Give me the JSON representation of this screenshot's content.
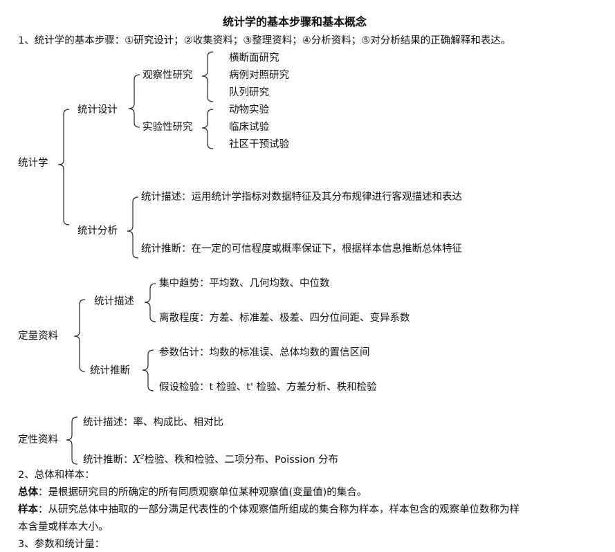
{
  "title": "统计学的基本步骤和基本概念",
  "step1": "1、统计学的基本步骤：①研究设计；②收集资料；③整理资料；④分析资料；⑤对分析结果的正确解释和表达。",
  "tree1": {
    "root": "统计学",
    "design": "统计设计",
    "observational": "观察性研究",
    "obs_items": [
      "横断面研究",
      "病例对照研究",
      "队列研究"
    ],
    "experimental": "实验性研究",
    "exp_items": [
      "动物实验",
      "临床试验",
      "社区干预试验"
    ],
    "analysis": "统计分析",
    "desc": "统计描述：运用统计学指标对数据特征及其分布规律进行客观描述和表达",
    "infer": "统计推断：在一定的可信程度或概率保证下，根据样本信息推断总体特征"
  },
  "tree2": {
    "root": "定量资料",
    "desc": "统计描述",
    "central": "集中趋势：平均数、几何均数、中位数",
    "dispersion": "离散程度：方差、标准差、极差、四分位间距、变异系数",
    "infer": "统计推断",
    "estimate": "参数估计：均数的标准误、总体均数的置信区间",
    "test": "假设检验：t 检验、t' 检验、方差分析、秩和检验"
  },
  "tree3": {
    "root": "定性资料",
    "desc": "统计描述：率、构成比、相对比",
    "infer_prefix": "统计推断：",
    "chi_symbol": "X",
    "chi_power": "2",
    "infer_rest": "检验、秩和检验、二项分布、Poission 分布"
  },
  "section2": {
    "heading": "2、总体和样本：",
    "population_term": "总体",
    "population_def": "：是根据研究目的所确定的所有同质观察单位某种观察值(变量值)的集合。",
    "sample_term": "样本",
    "sample_def_line1": "：从研究总体中抽取的一部分满足代表性的个体观察值所组成的集合称为样本，样本包含的观察单位数称为样",
    "sample_def_line2": "本含量或样本大小。"
  },
  "section3": {
    "heading": "3、参数和统计量："
  }
}
